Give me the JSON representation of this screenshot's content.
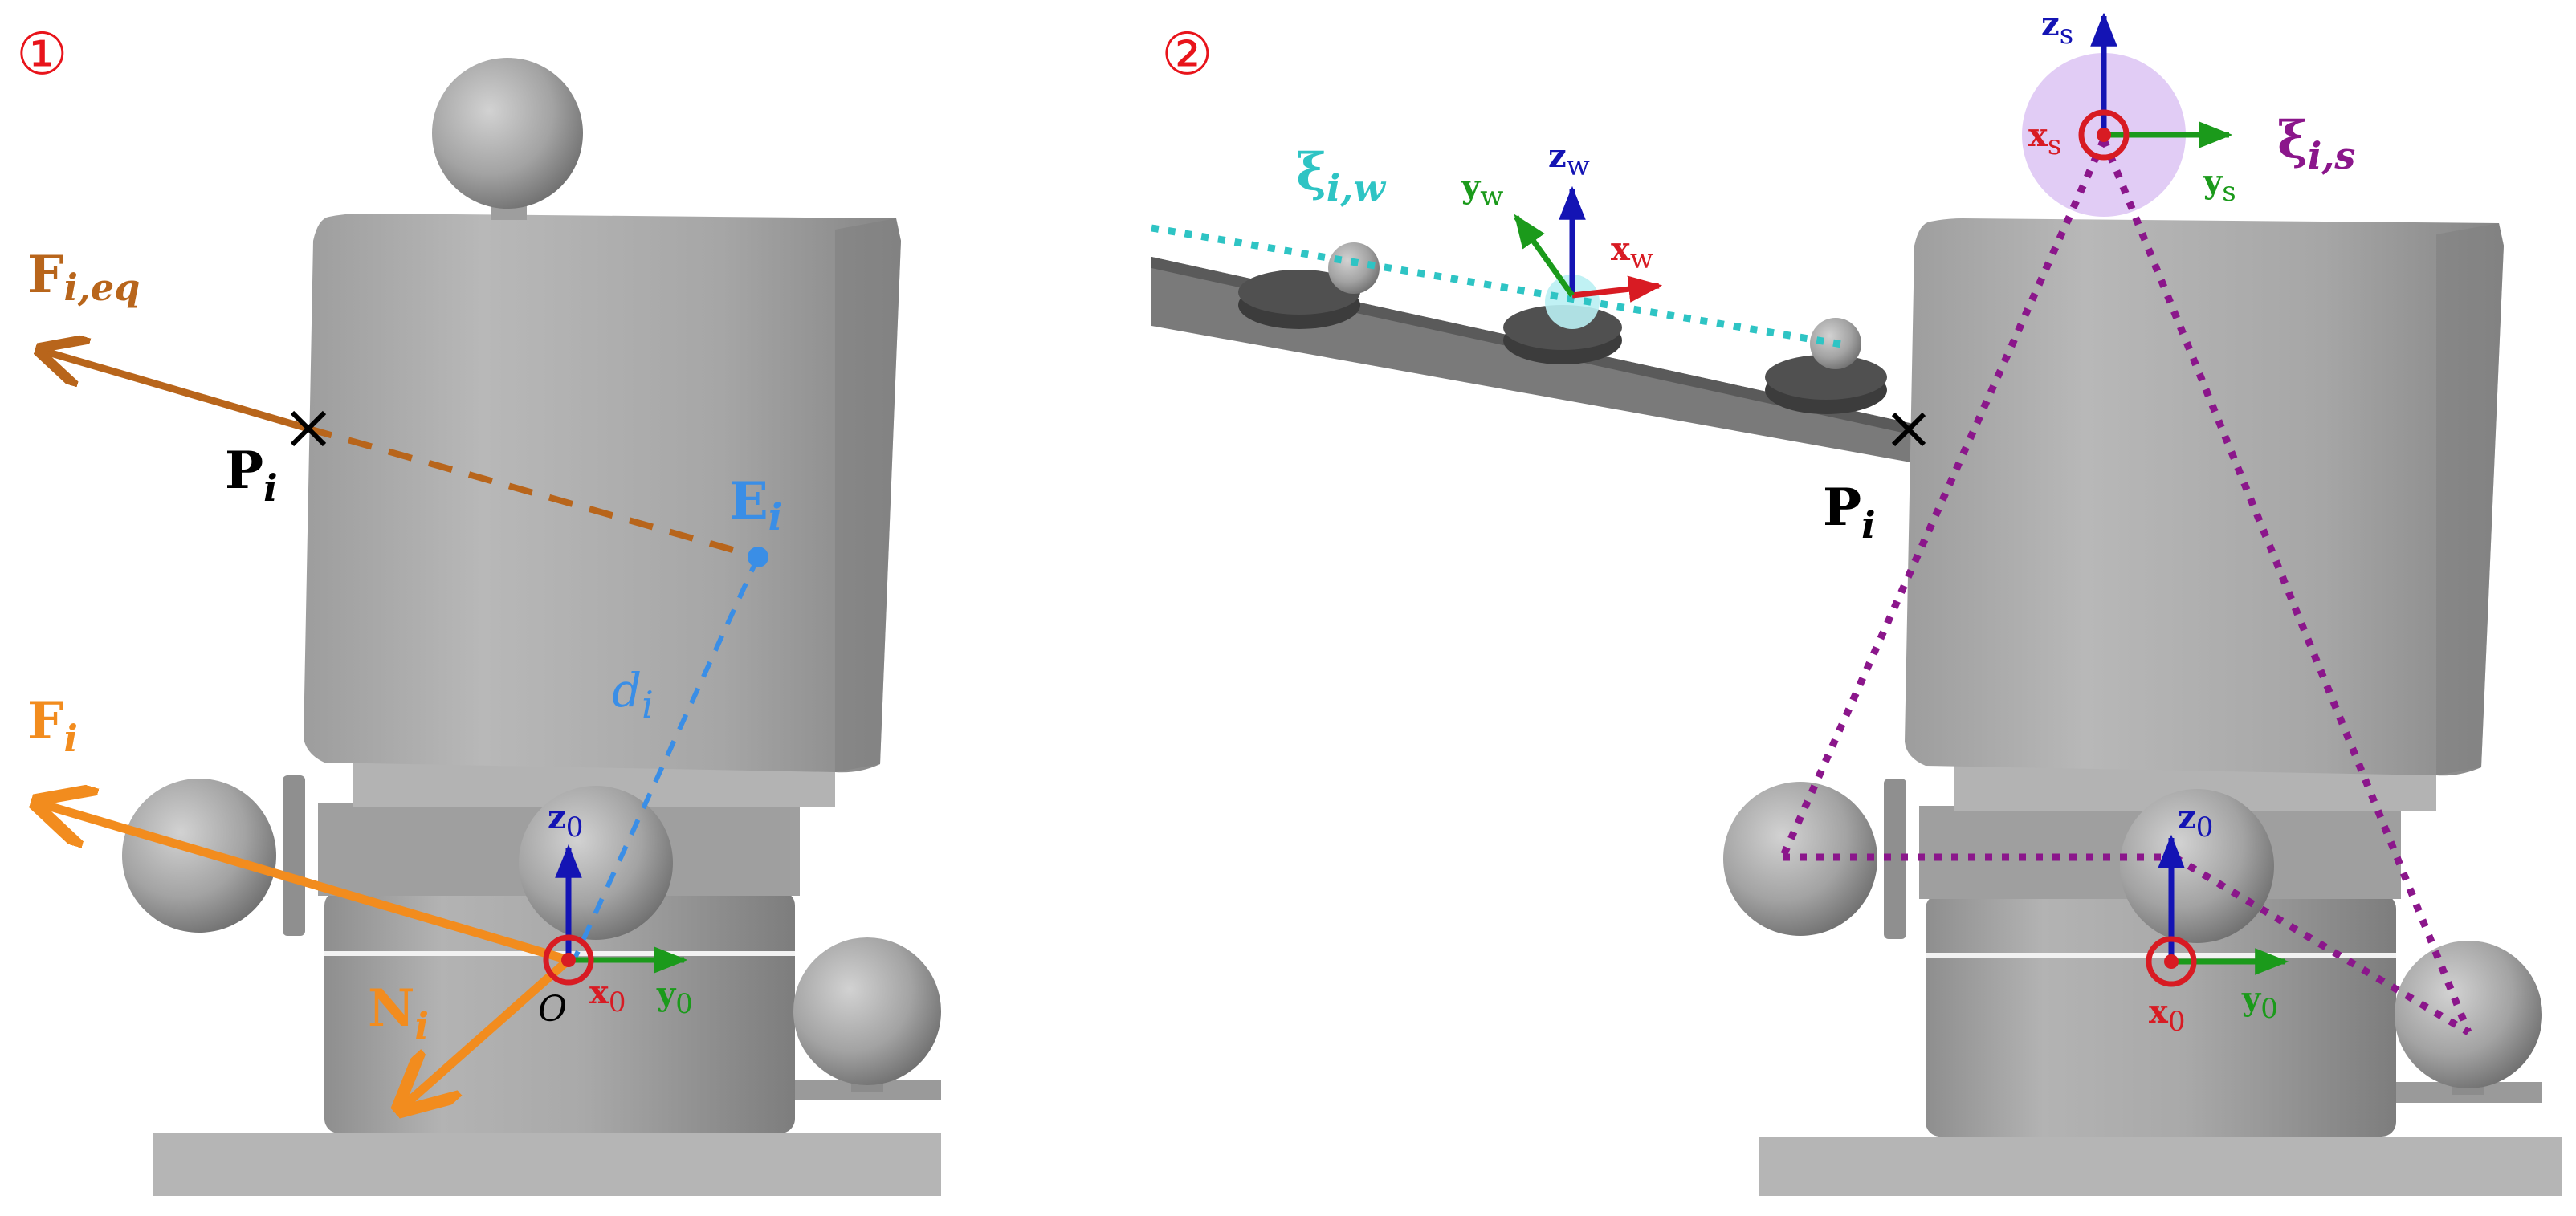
{
  "panels": [
    {
      "number": "①"
    },
    {
      "number": "②"
    }
  ],
  "labels": {
    "F_eq": {
      "main": "F",
      "sub": "i,eq"
    },
    "P_left": {
      "main": "P",
      "sub": "i"
    },
    "E": {
      "main": "E",
      "sub": "i"
    },
    "d": {
      "main": "d",
      "sub": "i"
    },
    "F": {
      "main": "F",
      "sub": "i"
    },
    "N": {
      "main": "N",
      "sub": "i"
    },
    "O": "O",
    "xi_w": {
      "main": "ξ",
      "sub": "i,w"
    },
    "xi_s": {
      "main": "ξ",
      "sub": "i,s"
    },
    "P_right": {
      "main": "P",
      "sub": "i"
    }
  },
  "axes": {
    "base_left": {
      "z": {
        "main": "z",
        "sub": "0"
      },
      "x": {
        "main": "x",
        "sub": "0"
      },
      "y": {
        "main": "y",
        "sub": "0"
      }
    },
    "base_right": {
      "z": {
        "main": "z",
        "sub": "0"
      },
      "x": {
        "main": "x",
        "sub": "0"
      },
      "y": {
        "main": "y",
        "sub": "0"
      }
    },
    "wrist": {
      "z": {
        "main": "z",
        "sub": "w"
      },
      "x": {
        "main": "x",
        "sub": "w"
      },
      "y": {
        "main": "y",
        "sub": "w"
      }
    },
    "shoulder": {
      "z": {
        "main": "z",
        "sub": "s"
      },
      "x": {
        "main": "x",
        "sub": "s"
      },
      "y": {
        "main": "y",
        "sub": "s"
      }
    }
  },
  "colors": {
    "panel_number": "#e8141b",
    "F_eq": "#b8651b",
    "F": "#f28c1e",
    "E": "#3a8ee6",
    "axis_x": "#d81b23",
    "axis_y": "#1b9a1b",
    "axis_z": "#1414b4",
    "xi_w": "#2ec4c4",
    "xi_s": "#8b168b",
    "body_gray": "#9a9a9a"
  },
  "icons": [
    "circled-dot-x-axis-icon",
    "cross-marker-icon"
  ]
}
